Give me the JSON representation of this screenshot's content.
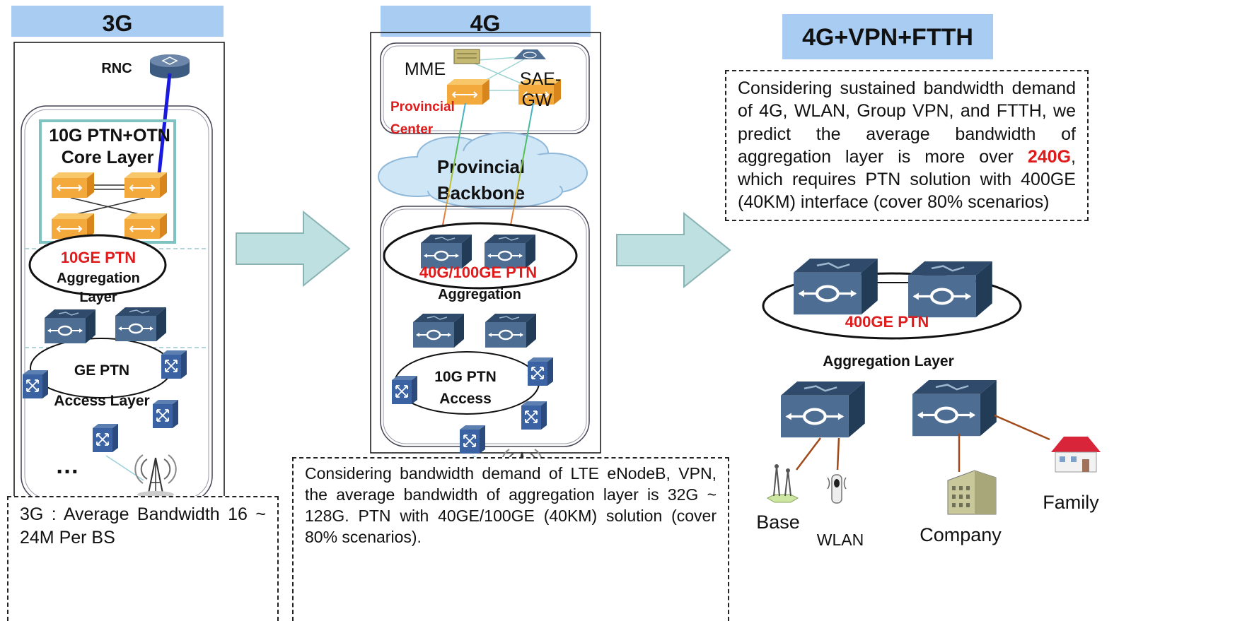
{
  "panel_3g": {
    "header": "3G",
    "rnc_label": "RNC",
    "core_label_line1": "10G PTN+OTN",
    "core_label_line2": "Core Layer",
    "agg_red": "10GE PTN",
    "agg_line2": "Aggregation",
    "agg_line3": "Layer",
    "access_line1": "GE PTN",
    "access_line2": "Access Layer",
    "dots": "…",
    "note": "3G : Average Bandwidth 16 ~ 24M Per BS"
  },
  "panel_4g": {
    "header": "4G",
    "mme_label": "MME",
    "saegw_line1": "SAE-",
    "saegw_line2": "GW",
    "provincial_line1": "Provincial",
    "provincial_line2": "Center",
    "backbone_line1": "Provincial",
    "backbone_line2": "Backbone",
    "agg_red": "40G/100GE PTN",
    "agg_line2": "Aggregation",
    "access_line1": "10G PTN",
    "access_line2": "Access",
    "dots": "…",
    "note": "Considering bandwidth demand of LTE eNodeB, VPN, the average bandwidth of aggregation layer is 32G ~ 128G. PTN with 40GE/100GE (40KM) solution (cover 80% scenarios)."
  },
  "panel_ftth": {
    "header": "4G+VPN+FTTH",
    "note_before": "Considering sustained bandwidth demand of 4G, WLAN, Group VPN, and FTTH, we predict the average bandwidth of aggregation layer is more over ",
    "note_highlight": "240G",
    "note_after": ", which requires PTN solution with 400GE (40KM) interface (cover 80% scenarios)",
    "ring_red": "400GE PTN",
    "agg_layer": "Aggregation Layer",
    "endpoints": [
      "Base",
      "WLAN",
      "Company",
      "Family"
    ]
  },
  "colors": {
    "header_fill": "#a9cdf2",
    "arrow_fill": "#bfe0e0",
    "arrow_stroke": "#8ab3b3",
    "router_face": "#4e6d92",
    "router_top": "#2f4a6b",
    "orange_device": "#f3a93c",
    "highlight_red": "#e01b1b",
    "link_blue": "#1a1adf",
    "link_brown": "#a04a1a"
  },
  "icons": [
    "router-icon",
    "orange-switch-icon",
    "blue-access-switch-icon",
    "antenna-tower-icon",
    "cloud-icon",
    "server-icon",
    "building-icon",
    "house-icon",
    "wlan-ap-icon",
    "base-station-icon",
    "arrow-right-icon"
  ]
}
